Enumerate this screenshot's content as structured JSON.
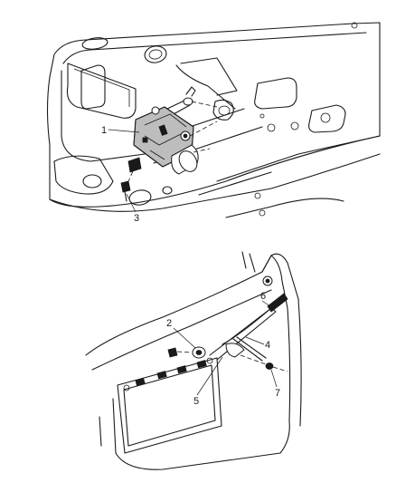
{
  "callouts": {
    "c1": "1",
    "c2": "2",
    "c3": "3",
    "c4": "4",
    "c5": "5",
    "c6": "6",
    "c7": "7"
  },
  "colors": {
    "ink": "#1a1a1a",
    "background": "#ffffff",
    "shade": "#bdbdbd"
  }
}
